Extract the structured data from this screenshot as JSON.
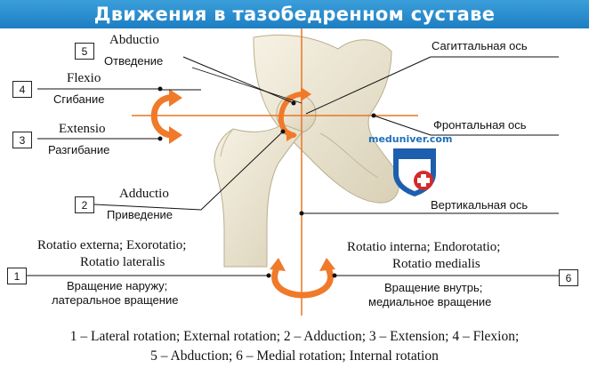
{
  "title": "Движения в тазобедренном суставе",
  "axes": {
    "sagittal": "Сагиттальная ось",
    "frontal": "Фронтальная ось",
    "vertical": "Вертикальная ось"
  },
  "movements": [
    {
      "num": "5",
      "latin": "Abductio",
      "russian": "Отведение"
    },
    {
      "num": "4",
      "latin": "Flexio",
      "russian": "Сгибание"
    },
    {
      "num": "3",
      "latin": "Extensio",
      "russian": "Разгибание"
    },
    {
      "num": "2",
      "latin": "Adductio",
      "russian": "Приведение"
    }
  ],
  "rotation_lateral": {
    "num": "1",
    "latin_line1": "Rotatio externa; Exorotatio;",
    "latin_line2": "Rotatio lateralis",
    "russian_line1": "Вращение наружу;",
    "russian_line2": "латеральное вращение"
  },
  "rotation_medial": {
    "num": "6",
    "latin_line1": "Rotatio interna; Endorotatio;",
    "latin_line2": "Rotatio medialis",
    "russian_line1": "Вращение внутрь;",
    "russian_line2": "медиальное вращение"
  },
  "watermark": "meduniver.com",
  "caption": {
    "line1": "1 – Lateral rotation; External rotation; 2 – Adduction; 3 – Extension; 4 – Flexion;",
    "line2": "5 – Abduction; 6 – Medial rotation; Internal rotation"
  },
  "colors": {
    "title_bg": "#2b8fd0",
    "axis": "#e87722",
    "arrow": "#f07a2a",
    "bone": "#ece6d2"
  }
}
